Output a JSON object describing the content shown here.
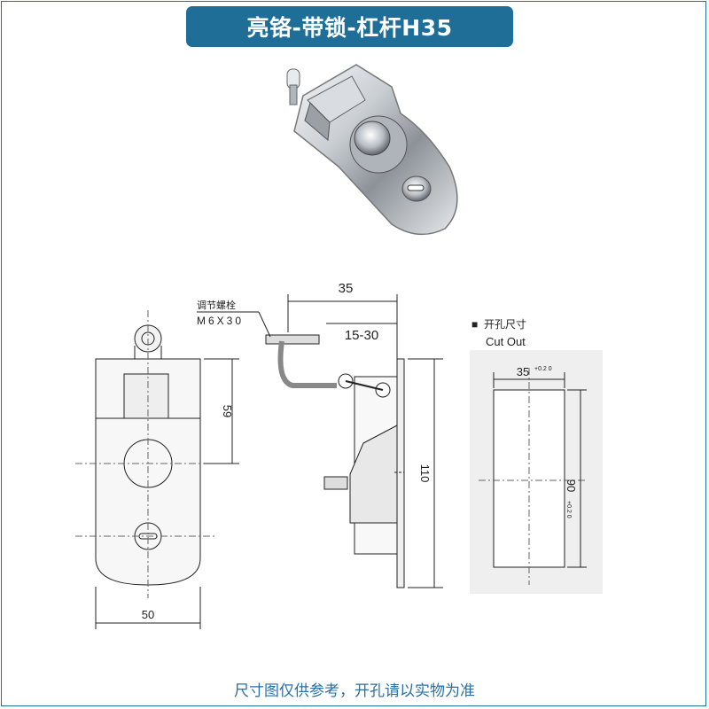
{
  "title": "亮铬-带锁-杠杆H35",
  "dimensions": {
    "front_height": "59",
    "front_width": "50",
    "side_depth": "35",
    "side_adjust": "15-30",
    "side_height": "110",
    "bolt_label_line1": "调节螺栓",
    "bolt_label_line2": "M6X30"
  },
  "cutout": {
    "legend_marker": "■",
    "label_cn": "开孔尺寸",
    "label_en": "Cut Out",
    "width_label": "35",
    "width_tol": "+0.2\n0",
    "height_label": "90",
    "height_tol": "+0.2\n0"
  },
  "footer": "尺寸图仅供参考，开孔请以实物为准",
  "colors": {
    "accent": "#1e6e98",
    "footer_text": "#2a6fa8",
    "frame": "#1f6f9e"
  }
}
